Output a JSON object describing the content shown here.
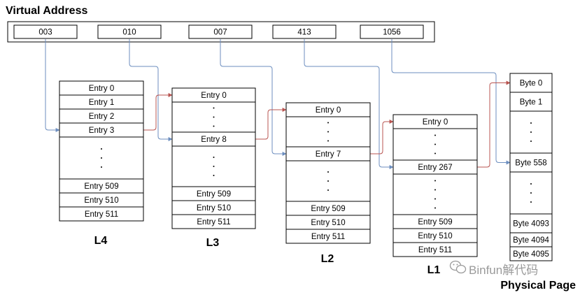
{
  "title": "Virtual Address",
  "address_fields": [
    "003",
    "010",
    "007",
    "413",
    "1056"
  ],
  "tables": [
    {
      "label": "L4",
      "rows": [
        {
          "text": "Entry 0"
        },
        {
          "text": "Entry 1"
        },
        {
          "text": "Entry 2"
        },
        {
          "text": "Entry 3"
        },
        {
          "dots": 3
        },
        {
          "text": "Entry 509"
        },
        {
          "text": "Entry 510"
        },
        {
          "text": "Entry 511"
        }
      ]
    },
    {
      "label": "L3",
      "rows": [
        {
          "text": "Entry 0"
        },
        {
          "dots": 3
        },
        {
          "text": "Entry 8"
        },
        {
          "dots": 3
        },
        {
          "text": "Entry 509"
        },
        {
          "text": "Entry 510"
        },
        {
          "text": "Entry 511"
        }
      ]
    },
    {
      "label": "L2",
      "rows": [
        {
          "text": "Entry 0"
        },
        {
          "dots": 3
        },
        {
          "text": "Entry 7"
        },
        {
          "dots": 3
        },
        {
          "text": "Entry 509"
        },
        {
          "text": "Entry 510"
        },
        {
          "text": "Entry 511"
        }
      ]
    },
    {
      "label": "L1",
      "rows": [
        {
          "text": "Entry 0"
        },
        {
          "dots": 3
        },
        {
          "text": "Entry 267"
        },
        {
          "dots": 4
        },
        {
          "text": "Entry 509"
        },
        {
          "text": "Entry 510"
        },
        {
          "text": "Entry 511"
        }
      ]
    },
    {
      "label": "Physical Page",
      "rows": [
        {
          "text": "Byte 0"
        },
        {
          "text": "Byte 1"
        },
        {
          "dots": 3
        },
        {
          "text": "Byte 558"
        },
        {
          "dots": 3
        },
        {
          "text": "Byte 4093"
        },
        {
          "text": "Byte 4094"
        },
        {
          "text": "Byte 4095"
        }
      ]
    }
  ],
  "watermark": "Binfun解代码",
  "colors": {
    "index_arrow": "#6c8ebf",
    "pointer_arrow": "#b85450",
    "line": "#000000"
  }
}
